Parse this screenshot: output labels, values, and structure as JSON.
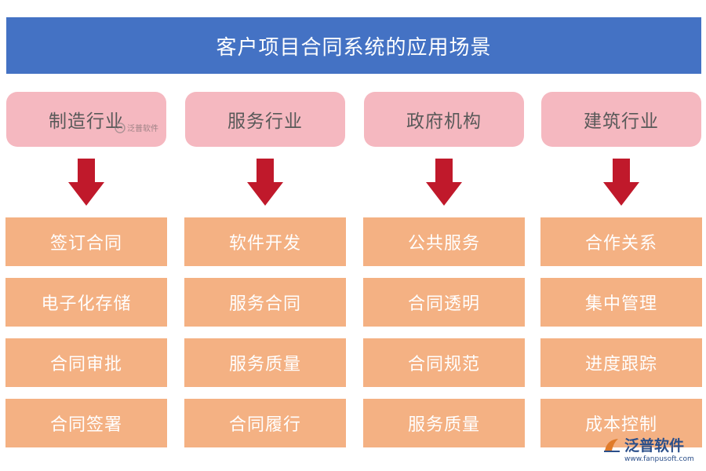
{
  "title": "客户项目合同系统的应用场景",
  "colors": {
    "banner": "#4472c4",
    "category_fill": "#f5b8c0",
    "category_text": "#595959",
    "arrow": "#c0192b",
    "item_fill": "#f4b183",
    "item_text": "#ffffff"
  },
  "columns": [
    {
      "category": "制造行业",
      "items": [
        "签订合同",
        "电子化存储",
        "合同审批",
        "合同签署"
      ]
    },
    {
      "category": "服务行业",
      "items": [
        "软件开发",
        "服务合同",
        "服务质量",
        "合同履行"
      ]
    },
    {
      "category": "政府机构",
      "items": [
        "公共服务",
        "合同透明",
        "合同规范",
        "服务质量"
      ]
    },
    {
      "category": "建筑行业",
      "items": [
        "合作关系",
        "集中管理",
        "进度跟踪",
        "成本控制"
      ]
    }
  ],
  "watermark": {
    "brand": "泛普软件",
    "url": "www.fanpusoft.com",
    "icon": "fanpu-logo-icon"
  }
}
